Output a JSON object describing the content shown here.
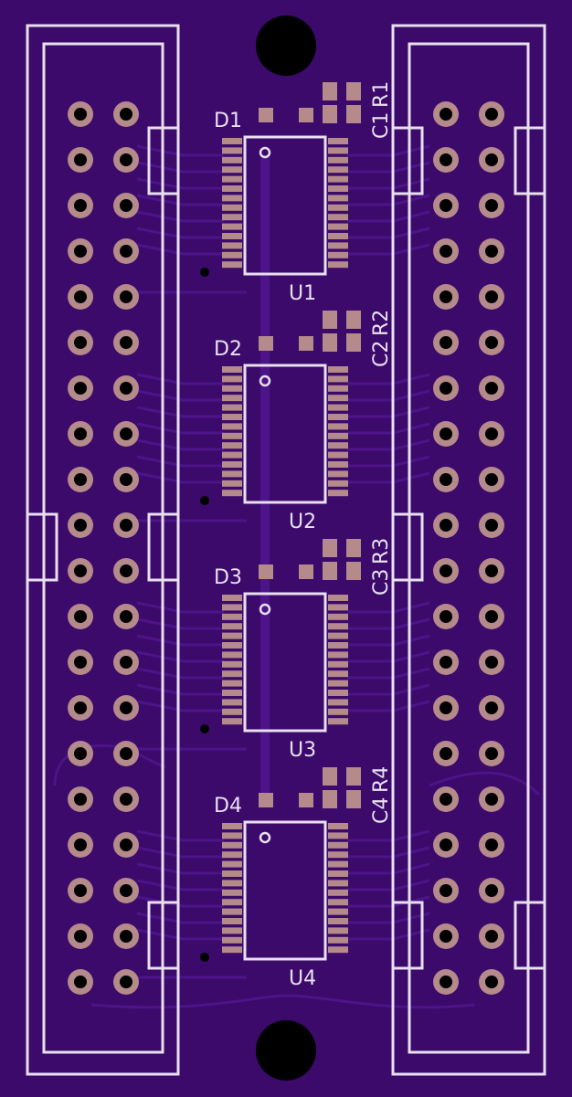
{
  "board": {
    "colors": {
      "substrate": "#3b0a6b",
      "copper": "#4c1488",
      "silkscreen": "#e8e0ef",
      "pad": "#b58a8a",
      "drill": "#000000"
    }
  },
  "labels": {
    "u1": "U1",
    "u2": "U2",
    "u3": "U3",
    "u4": "U4",
    "d1": "D1",
    "d2": "D2",
    "d3": "D3",
    "d4": "D4",
    "c1": "C1",
    "c2": "C2",
    "c3": "C3",
    "c4": "C4",
    "r1": "R1",
    "r2": "R2",
    "r3": "R3",
    "r4": "R4"
  }
}
